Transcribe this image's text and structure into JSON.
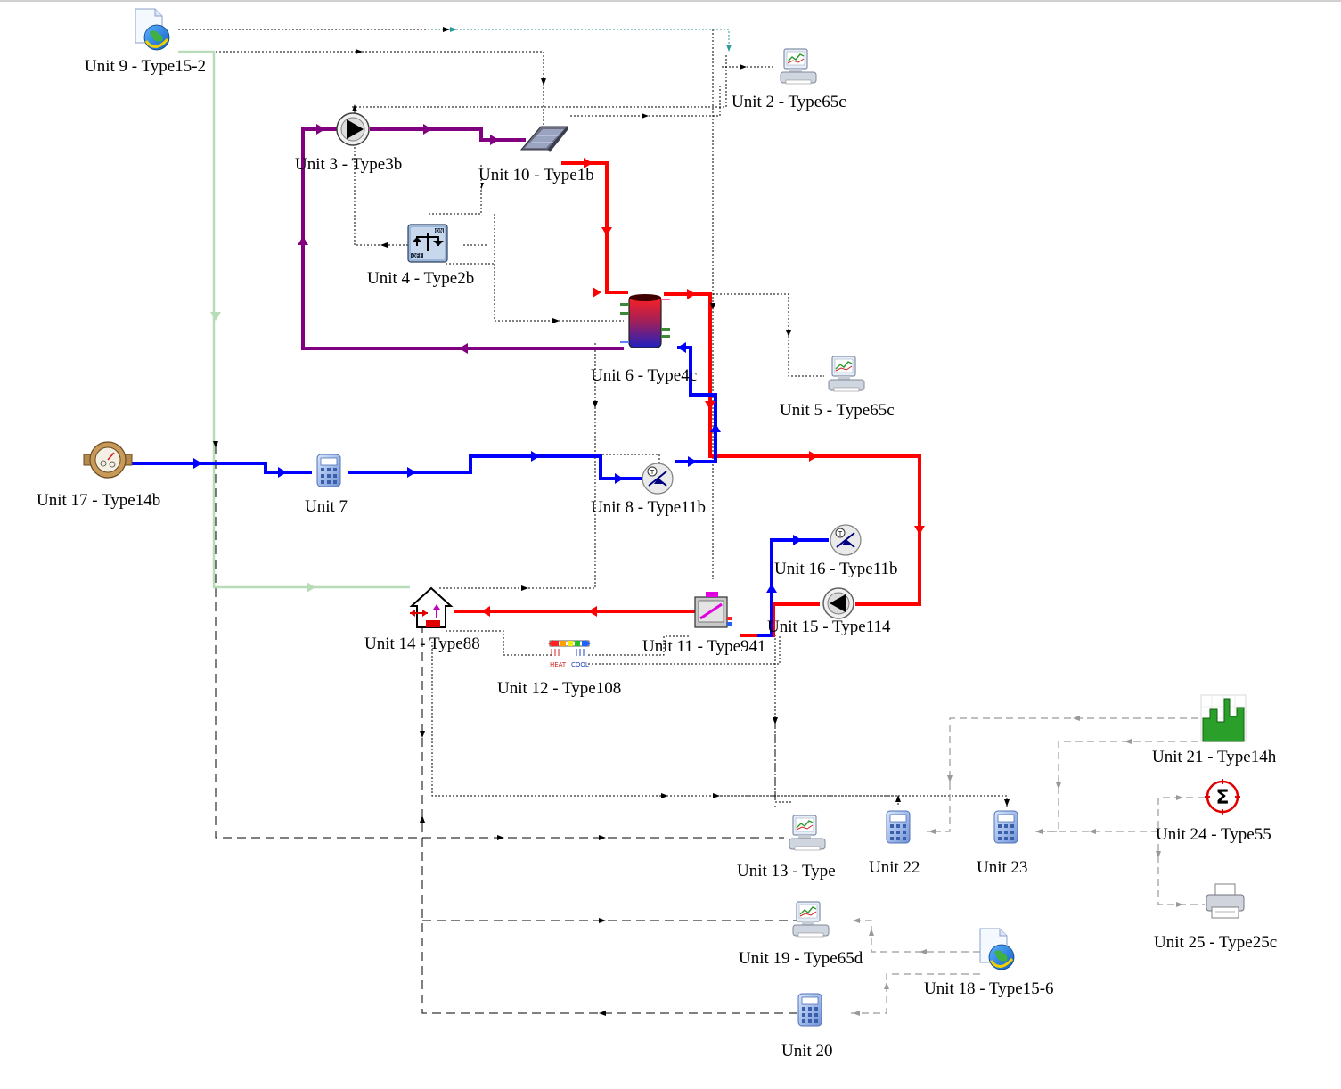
{
  "units": [
    {
      "id": "u9",
      "label": "Unit 9 - Type15-2",
      "icon": "weather-data-file-icon"
    },
    {
      "id": "u2",
      "label": "Unit 2 - Type65c",
      "icon": "online-plotter-icon"
    },
    {
      "id": "u3",
      "label": "Unit 3 - Type3b",
      "icon": "pump-icon"
    },
    {
      "id": "u10",
      "label": "Unit 10 - Type1b",
      "icon": "solar-collector-icon"
    },
    {
      "id": "u4",
      "label": "Unit 4 - Type2b",
      "icon": "on-off-controller-icon"
    },
    {
      "id": "u6",
      "label": "Unit 6 - Type4c",
      "icon": "storage-tank-icon"
    },
    {
      "id": "u5",
      "label": "Unit 5 - Type65c",
      "icon": "online-plotter-icon"
    },
    {
      "id": "u17",
      "label": "Unit 17 - Type14b",
      "icon": "water-meter-icon"
    },
    {
      "id": "u7",
      "label": "Unit 7",
      "icon": "calculator-icon"
    },
    {
      "id": "u8",
      "label": "Unit 8 - Type11b",
      "icon": "tempering-valve-icon"
    },
    {
      "id": "u16",
      "label": "Unit 16 - Type11b",
      "icon": "tempering-valve-icon"
    },
    {
      "id": "u15",
      "label": "Unit 15 - Type114",
      "icon": "pump-icon"
    },
    {
      "id": "u14",
      "label": "Unit 14 - Type88",
      "icon": "building-load-icon"
    },
    {
      "id": "u11",
      "label": "Unit 11 - Type941",
      "icon": "heat-pump-icon"
    },
    {
      "id": "u12",
      "label": "Unit 12 - Type108",
      "icon": "heat-cool-thermostat-icon"
    },
    {
      "id": "u21",
      "label": "Unit 21 - Type14h",
      "icon": "forcing-function-icon"
    },
    {
      "id": "u24",
      "label": "Unit 24 - Type55",
      "icon": "integrator-icon"
    },
    {
      "id": "u13",
      "label": "Unit 13 - Type",
      "icon": "online-plotter-icon"
    },
    {
      "id": "u22",
      "label": "Unit 22",
      "icon": "calculator-icon"
    },
    {
      "id": "u23",
      "label": "Unit 23",
      "icon": "calculator-icon"
    },
    {
      "id": "u25",
      "label": "Unit 25 - Type25c",
      "icon": "printer-icon"
    },
    {
      "id": "u19",
      "label": "Unit 19 - Type65d",
      "icon": "online-plotter-icon"
    },
    {
      "id": "u18",
      "label": "Unit 18 - Type15-6",
      "icon": "weather-data-file-icon"
    },
    {
      "id": "u20",
      "label": "Unit 20",
      "icon": "calculator-icon"
    }
  ],
  "colors": {
    "hot_water": "#ff0000",
    "cold_water": "#0000ff",
    "collector_loop": "#800080",
    "weather_link": "#b8dcb8",
    "control_link": "#000000",
    "output_link": "#999999",
    "canvas": "#ffffff"
  }
}
